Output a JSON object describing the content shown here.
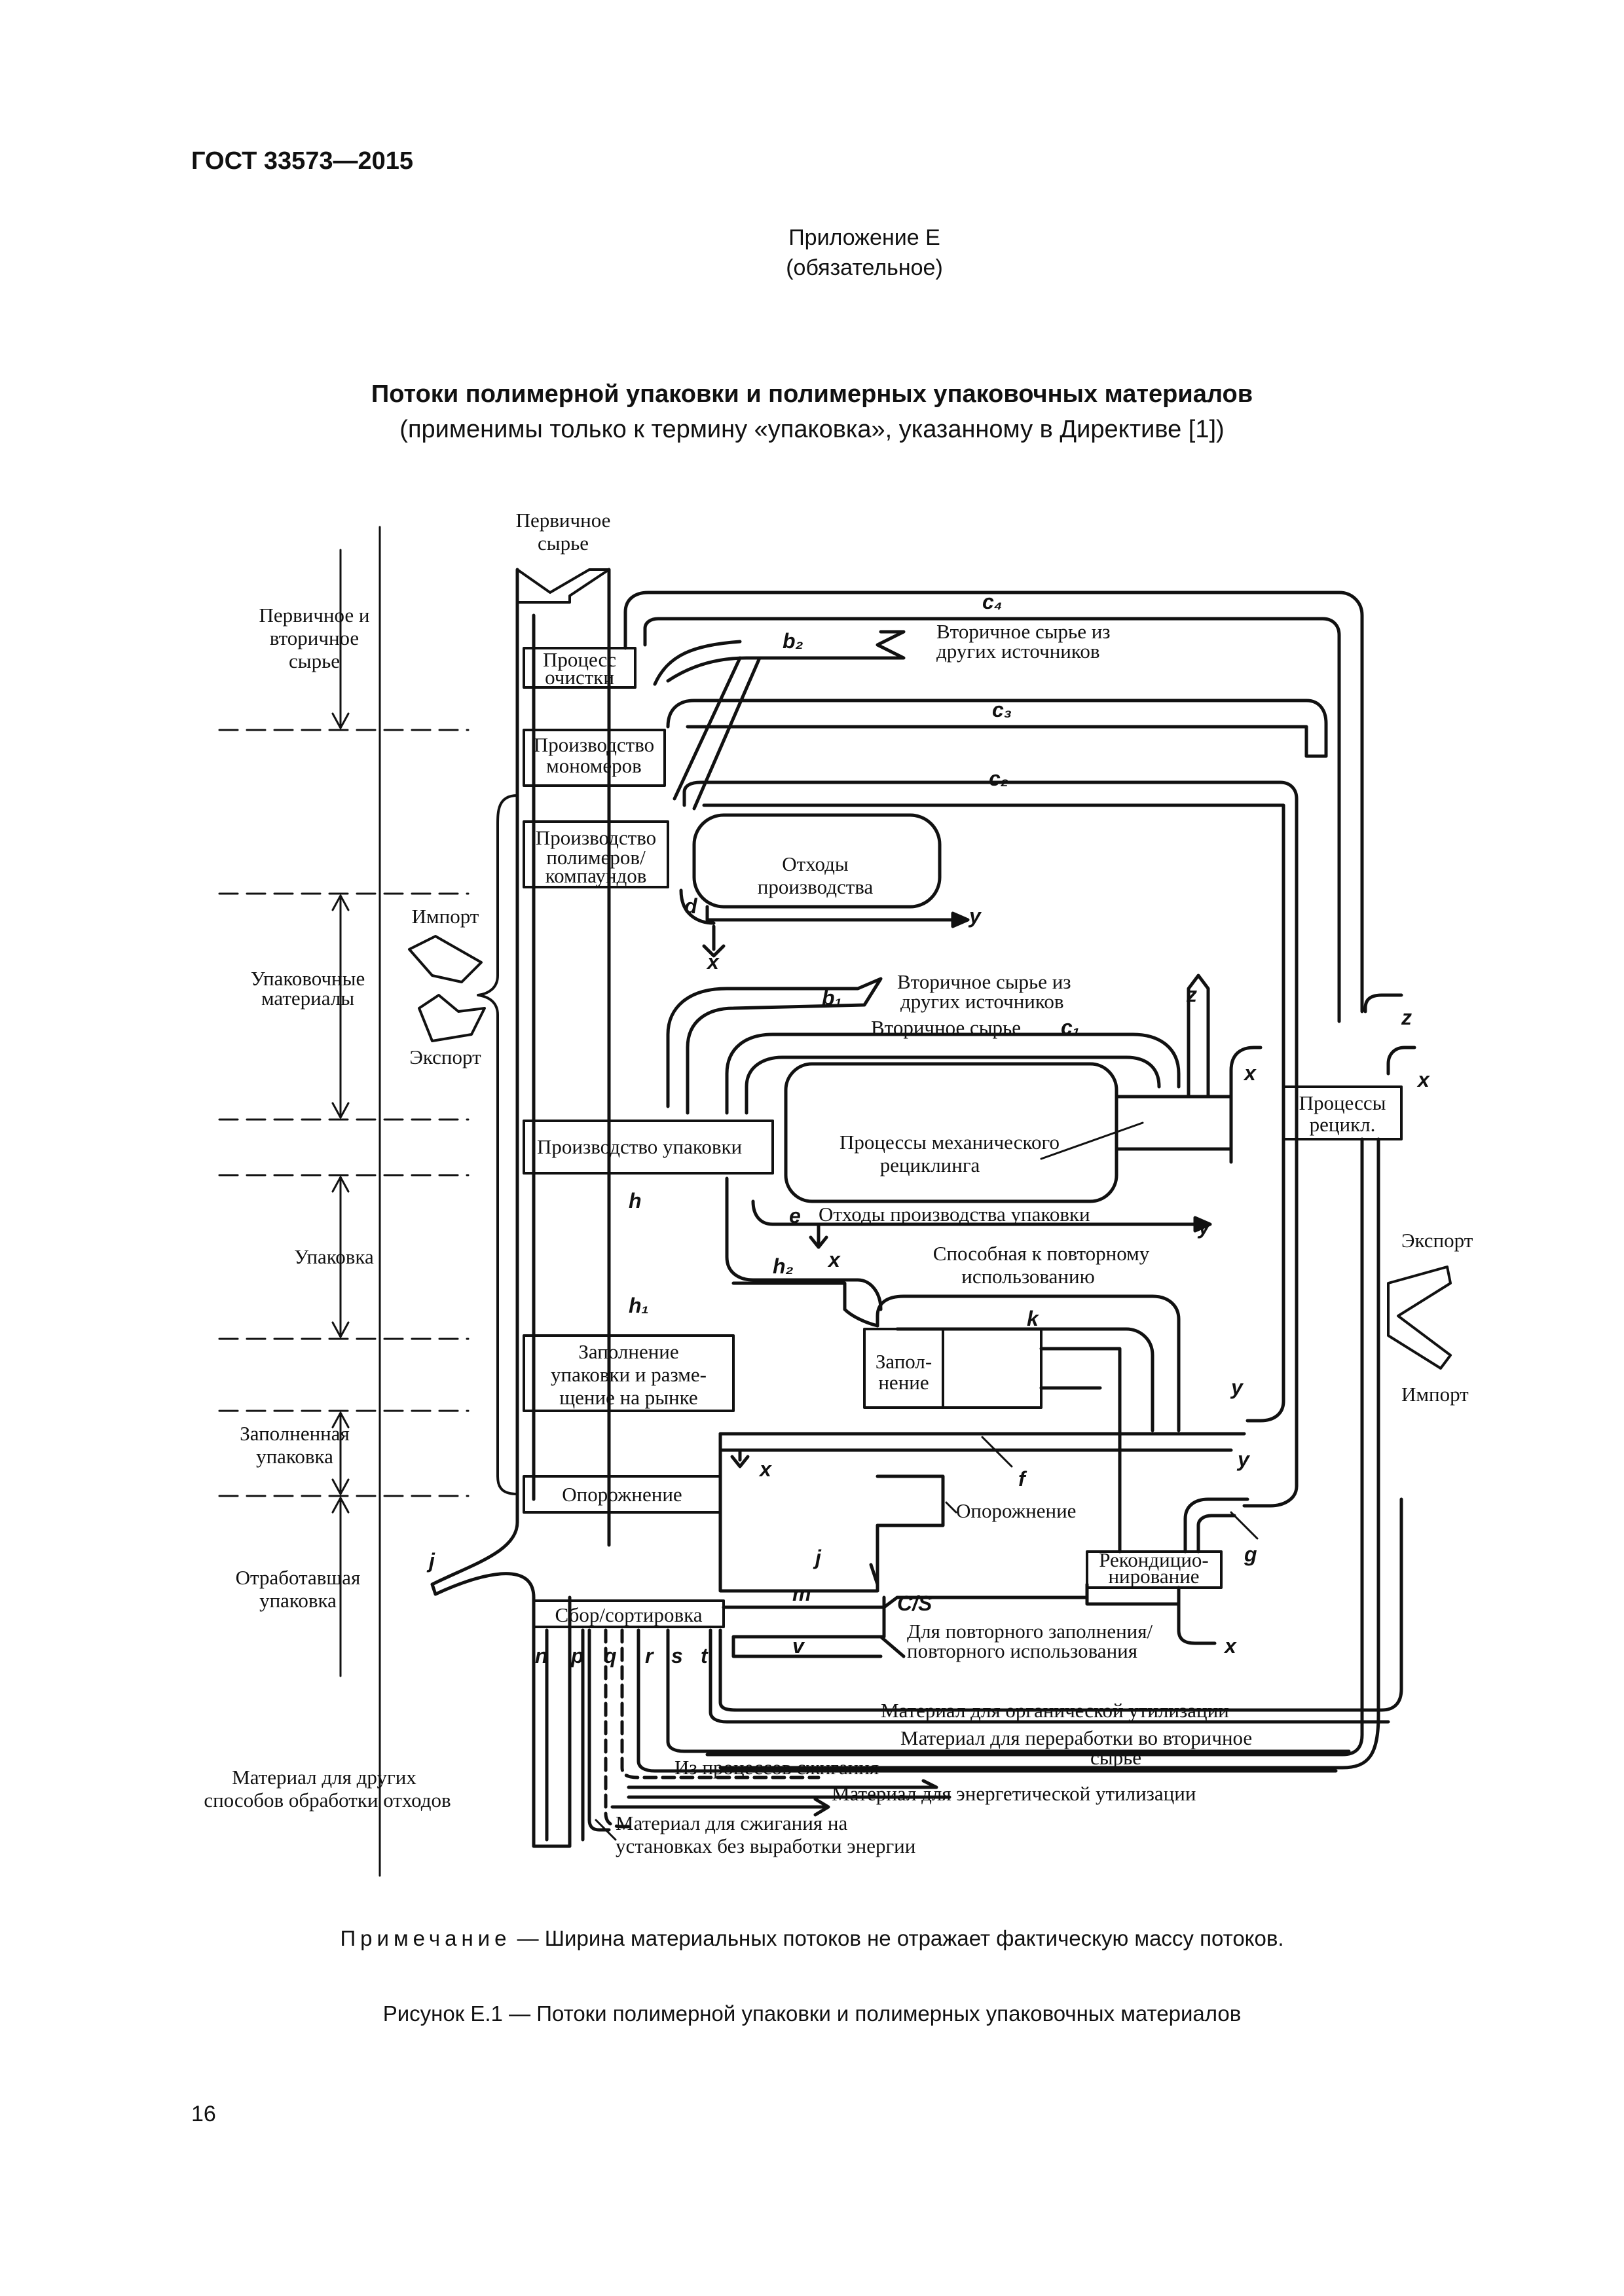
{
  "header": {
    "doc_code": "ГОСТ 33573—2015"
  },
  "annex": {
    "name": "Приложение Е",
    "status": "(обязательное)"
  },
  "title": {
    "main": "Потоки полимерной упаковки и полимерных упаковочных материалов",
    "sub": "(применимы только к термину «упаковка», указанному в Директиве [1])"
  },
  "diagram": {
    "stages": {
      "primary_secondary_1": "Первичное и",
      "primary_secondary_2": "вторичное",
      "primary_secondary_3": "сырье",
      "packaging_materials_1": "Упаковочные",
      "packaging_materials_2": "материалы",
      "packaging": "Упаковка",
      "filled_1": "Заполненная",
      "filled_2": "упаковка",
      "spent_1": "Отработавшая",
      "spent_2": "упаковка",
      "other_waste_1": "Материал для других",
      "other_waste_2": "способов обработки отходов"
    },
    "labels": {
      "primary_raw_1": "Первичное",
      "primary_raw_2": "сырье",
      "cleaning_1": "Процесс",
      "cleaning_2": "очистки",
      "monomers_1": "Производство",
      "monomers_2": "мономеров",
      "polymers_1": "Производство",
      "polymers_2": "полимеров/",
      "polymers_3": "компаундов",
      "prod_waste_1": "Отходы",
      "prod_waste_2": "производства",
      "import": "Импорт",
      "export": "Экспорт",
      "secondary_other_a_1": "Вторичное сырье из",
      "secondary_other_a_2": "других источников",
      "secondary_other_b_1": "Вторичное сырье из",
      "secondary_other_b_2": "других источников",
      "secondary_raw": "Вторичное сырье",
      "packaging_production": "Производство упаковки",
      "mech_recycling_1": "Процессы механического",
      "mech_recycling_2": "рециклинга",
      "recycling_1": "Процессы",
      "recycling_2": "рецикл.",
      "packaging_waste": "Отходы производства упаковки",
      "reusable_1": "Способная к повторному",
      "reusable_2": "использованию",
      "filling_market_1": "Заполнение",
      "filling_market_2": "упаковки и разме-",
      "filling_market_3": "щение на рынке",
      "filling_1": "Запол-",
      "filling_2": "нение",
      "emptying_left": "Опорожнение",
      "emptying_right": "Опорожнение",
      "recond_1": "Рекондицио-",
      "recond_2": "нирование",
      "collection": "Сбор/сортировка",
      "refill_1": "Для повторного заполнения/",
      "refill_2": "повторного использования",
      "export_right": "Экспорт",
      "import_right": "Импорт",
      "organic": "Материал для органической утилизации",
      "secondary_processing_1": "Материал для переработки во вторичное",
      "secondary_processing_2": "сырье",
      "from_incineration": "Из процессов сжигания",
      "energy": "Материал для энергетической   утилизации",
      "incineration_1": "Материал для сжигания на",
      "incineration_2": "установках без выработки энергии"
    },
    "letters": {
      "c4": "c₄",
      "b2": "b₂",
      "c3": "c₃",
      "c2": "c₂",
      "b1": "b₁",
      "c1": "c₁",
      "d": "d",
      "x": "x",
      "y": "y",
      "z": "z",
      "e": "e",
      "h": "h",
      "h1": "h₁",
      "h2": "h₂",
      "k": "k",
      "f": "f",
      "j": "j",
      "g": "g",
      "m": "m",
      "cs": "C/S",
      "v": "v",
      "n": "n",
      "p": "p",
      "q": "q",
      "r": "r",
      "s": "s",
      "t": "t"
    }
  },
  "note": {
    "prefix": "Примечание",
    "text": " — Ширина материальных потоков не отражает фактическую массу потоков."
  },
  "caption": "Рисунок Е.1 — Потоки полимерной упаковки и полимерных упаковочных материалов",
  "page_number": "16"
}
